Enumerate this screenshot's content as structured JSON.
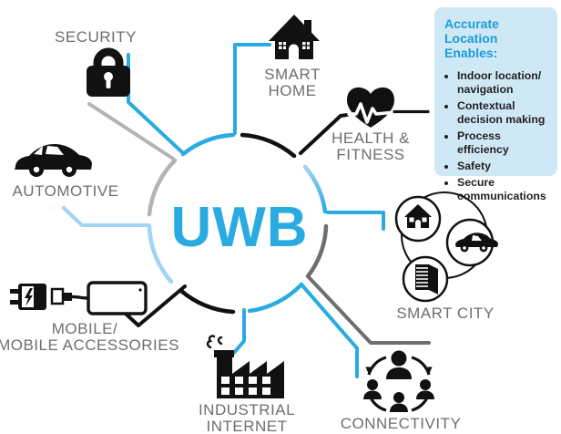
{
  "center": {
    "label": "UWB"
  },
  "nodes": {
    "security": {
      "label": "SECURITY",
      "icon": "lock-icon"
    },
    "smart_home": {
      "line1": "SMART",
      "line2": "HOME",
      "icon": "house-icon"
    },
    "health_fitness": {
      "line1": "HEALTH &",
      "line2": "FITNESS",
      "icon": "heart-pulse-icon"
    },
    "automotive": {
      "label": "AUTOMOTIVE",
      "icon": "car-icon"
    },
    "smart_city": {
      "label": "SMART CITY",
      "icon": "smart-city-icon"
    },
    "connectivity": {
      "label": "CONNECTIVITY",
      "icon": "people-network-icon"
    },
    "industrial_internet": {
      "line1": "INDUSTRIAL",
      "line2": "INTERNET",
      "icon": "factory-icon"
    },
    "mobile": {
      "line1": "MOBILE/",
      "line2": "MOBILE ACCESSORIES",
      "icon": "charger-phone-icon"
    }
  },
  "info_box": {
    "title_line1": "Accurate Location",
    "title_line2": "Enables:",
    "bullets": [
      "Indoor location/ navigation",
      "Contextual decision making",
      "Process efficiency",
      "Safety",
      "Secure communications"
    ]
  },
  "colors": {
    "blue": "#29abe2",
    "light_blue": "#9fd4f3",
    "light_gray": "#b3b3b3",
    "dark_gray": "#6d6e71",
    "black": "#111111",
    "label_gray": "#6d6e71",
    "box_bg": "#cfe8f6",
    "box_title": "#1b9cd8"
  }
}
